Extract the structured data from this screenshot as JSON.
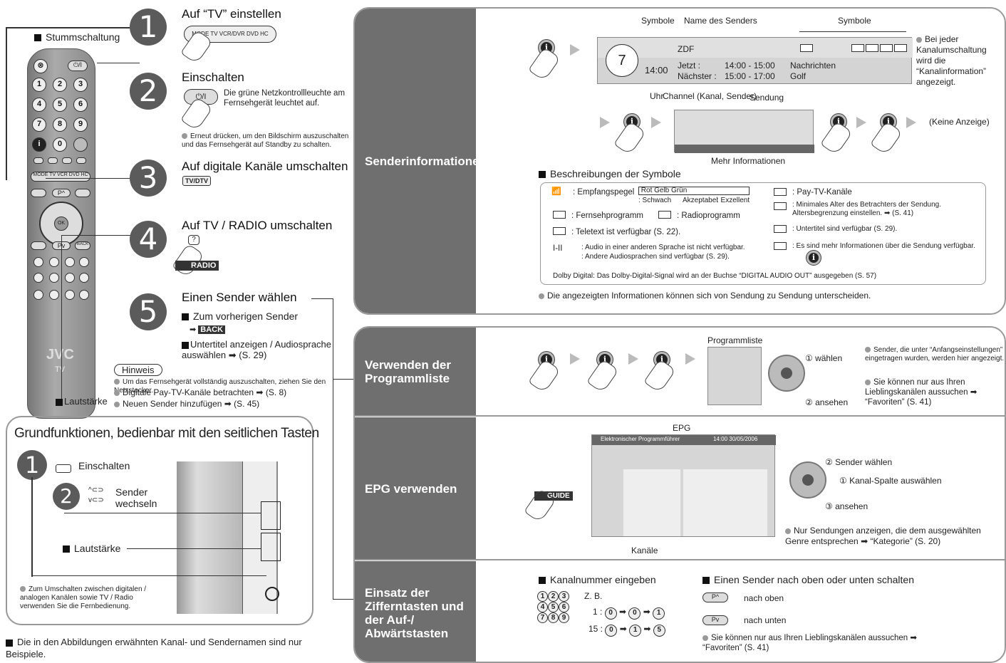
{
  "left": {
    "mute": "Stummschaltung",
    "volume_label": "Lautstärke",
    "brand": "JVC",
    "tv": "TV",
    "steps": [
      {
        "num": "1",
        "title": "Auf “TV” einstellen"
      },
      {
        "num": "2",
        "title": "Einschalten",
        "text": "Die grüne Netzkontrollleuchte am Fernsehgerät leuchtet auf.",
        "note": "Erneut drücken, um den Bildschirm auszuschalten und das Fernsehgerät auf Standby zu schalten."
      },
      {
        "num": "3",
        "title": "Auf digitale Kanäle umschalten",
        "button": "TV/DTV"
      },
      {
        "num": "4",
        "title": "Auf TV / RADIO umschalten",
        "button": "RADIO"
      },
      {
        "num": "5",
        "title": "Einen Sender wählen",
        "prev": "Zum vorherigen Sender",
        "back": "BACK",
        "subtitle": "Untertitel anzeigen / Audiosprache auswählen ➡ (S. 29)"
      }
    ],
    "hinweis": {
      "label": "Hinweis",
      "items": [
        "Um das Fernsehgerät vollständig auszuschalten, ziehen Sie den Netzstecker.",
        "Digitale Pay-TV-Kanäle betrachten ➡ (S. 8)",
        "Neuen Sender hinzufügen ➡ (S. 45)"
      ]
    },
    "grund": {
      "title": "Grundfunktionen, bedienbar mit den seitlichen Tasten",
      "one": "1",
      "two": "2",
      "on": "Einschalten",
      "sender": "Sender wechseln",
      "vol": "Lautstärke",
      "note": "Zum Umschalten zwischen digitalen / analogen Kanälen sowie TV / Radio verwenden Sie die Fernbedienung."
    },
    "footnote": "Die in den Abbildungen erwähnten Kanal- und Sendernamen sind nur Beispiele."
  },
  "panel1": {
    "label": "Senderinformationen",
    "symbole_left": "Symbole",
    "name": "Name des Senders",
    "symbole_right": "Symbole",
    "channel": "7",
    "station": "ZDF",
    "time": "14:00",
    "now_label": "Jetzt :",
    "now_time": "14:00 - 15:00",
    "now_show": "Nachrichten",
    "next_label": "Nächster :",
    "next_time": "15:00 - 17:00",
    "next_show": "Golf",
    "uhr": "Uhr",
    "channel_label": "Channel (Kanal, Sender)",
    "sendung": "Sendung",
    "info_text": "Bei jeder Kanalumschaltung wird die “Kanalinformation” angezeigt.",
    "keine": "(Keine Anzeige)",
    "mehr": "Mehr Informationen",
    "beschr": "Beschreibungen der Symbole",
    "sym": {
      "empfang": ": Empfangspegel",
      "rot": "Rot",
      "gelb": "Gelb",
      "gruen": "Grün",
      "schwach": ": Schwach",
      "akzeptabel": "Akzeptabel",
      "exzellent": ": Exzellent",
      "fernseh": ": Fernsehprogramm",
      "radio": ": Radioprogramm",
      "teletext": ": Teletext ist verfügbar (S. 22).",
      "audio1": ": Audio in einer anderen Sprache ist nicht verfügbar.",
      "audio2": ": Andere Audiosprachen sind verfügbar (S. 29).",
      "paytv": ": Pay-TV-Kanäle",
      "alter": ": Minimales Alter des Betrachters der Sendung. Altersbegrenzung einstellen. ➡ (S. 41)",
      "untertitel": ": Untertitel sind verfügbar (S. 29).",
      "mehrinfo": ": Es sind mehr Informationen über die Sendung verfügbar.",
      "dolby": "Dolby Digital: Das Dolby-Digital-Signal wird an der Buchse “DIGITAL AUDIO OUT” ausgegeben (S. 57)"
    },
    "note": "Die angezeigten Informationen können sich von Sendung zu Sendung unterscheiden."
  },
  "panel2": {
    "label": "Verwenden der Programmliste",
    "title": "Programmliste",
    "waehlen": "① wählen",
    "ansehen": "② ansehen",
    "note1": "Sender, die unter “Anfangseinstellungen” eingetragen wurden, werden hier angezeigt.",
    "note2": "Sie können nur aus Ihren Lieblingskanälen aussuchen ➡ “Favoriten” (S. 41)"
  },
  "panel3": {
    "label": "EPG verwenden",
    "title": "EPG",
    "kanaele": "Kanäle",
    "guide": "GUIDE",
    "s1": "② Sender wählen",
    "s2": "① Kanal-Spalte auswählen",
    "s3": "③ ansehen",
    "note": "Nur Sendungen anzeigen, die dem ausgewählten Genre entsprechen ➡ “Kategorie” (S. 20)",
    "header": "Elektronischer Programmführer",
    "datetime": "14:00  30/05/2006"
  },
  "panel4": {
    "label": "Einsatz der Zifferntasten und der Auf-/ Abwärtstasten",
    "kanal": "Kanalnummer eingeben",
    "zb": "Z. B.",
    "ex1": "1 :",
    "ex2": "15 :",
    "einen": "Einen Sender nach oben oder unten schalten",
    "oben": "nach oben",
    "unten": "nach unten",
    "note": "Sie können nur aus Ihren Lieblingskanälen aussuchen ➡ “Favoriten” (S. 41)"
  }
}
